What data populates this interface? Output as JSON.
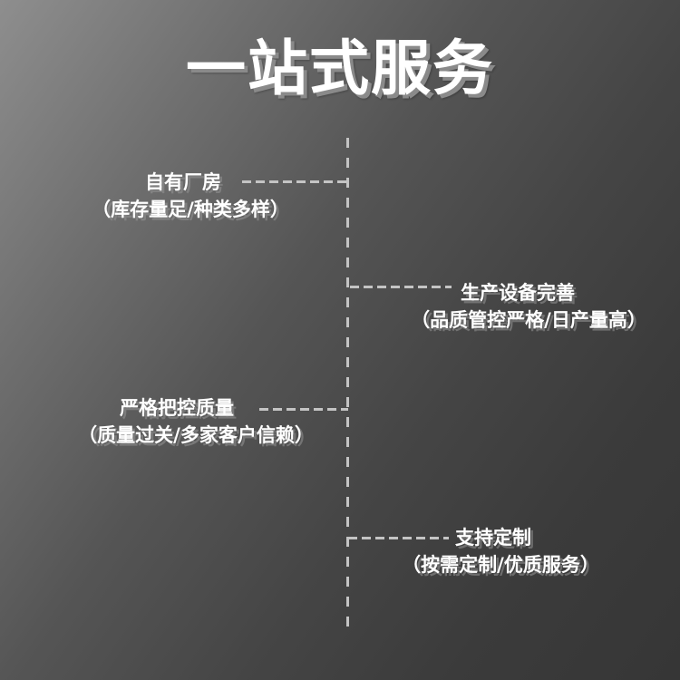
{
  "title": "一站式服务",
  "colors": {
    "background_start": "#8e8e8e",
    "background_end": "#363636",
    "text": "#ffffff",
    "connector": "#c4c4c4",
    "title_shadow": "#8a8a8a"
  },
  "timeline": {
    "items": [
      {
        "side": "left",
        "heading": "自有厂房",
        "detail": "（库存量足/种类多样）"
      },
      {
        "side": "right",
        "heading": "生产设备完善",
        "detail": "（品质管控严格/日产量高）"
      },
      {
        "side": "left",
        "heading": "严格把控质量",
        "detail": "（质量过关/多家客户信赖）"
      },
      {
        "side": "right",
        "heading": "支持定制",
        "detail": "（按需定制/优质服务）"
      }
    ]
  }
}
